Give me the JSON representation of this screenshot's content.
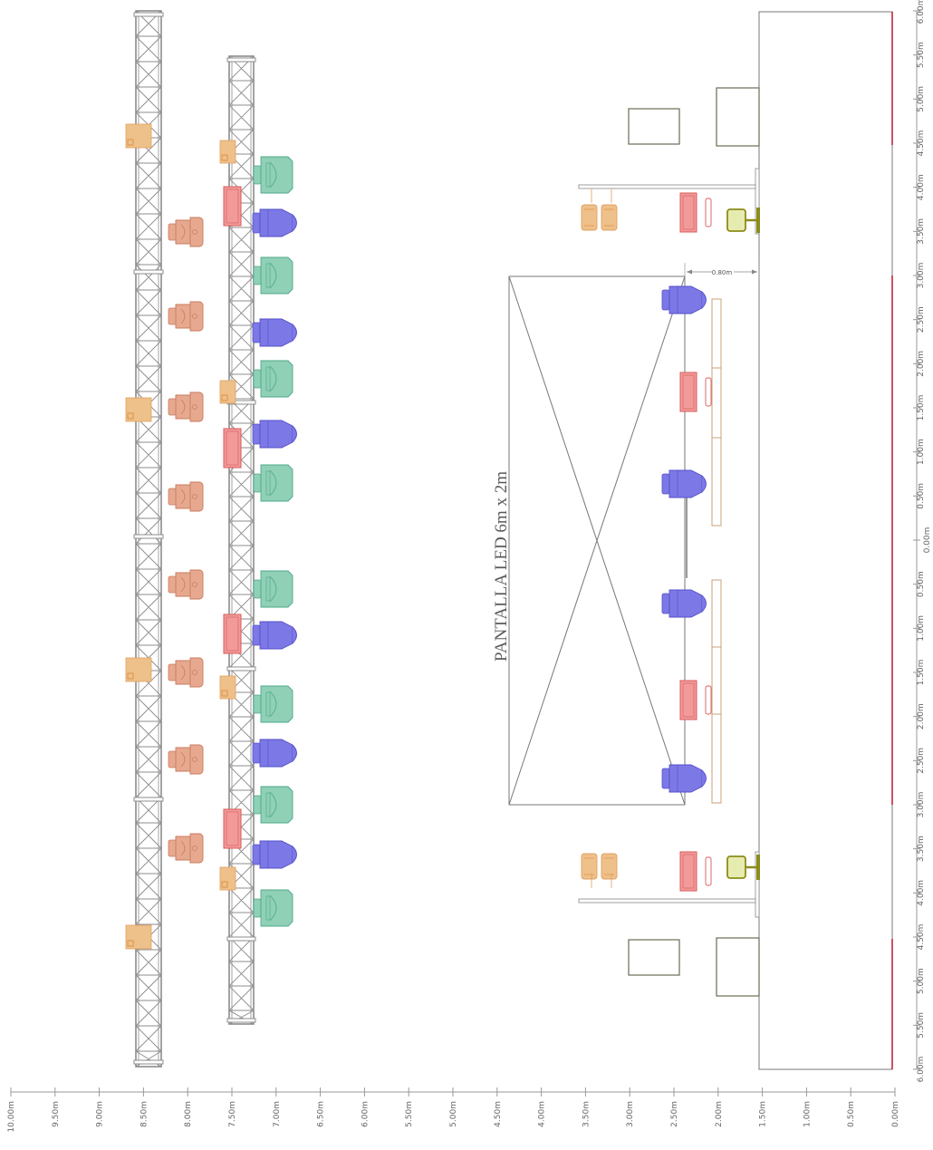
{
  "screen": {
    "label": "PANTALLA LED 6m x 2m"
  },
  "gap_dimension": {
    "label": "0.80m"
  },
  "scale_bottom": {
    "ticks": [
      "10.00m",
      "9.50m",
      "9.00m",
      "8.50m",
      "8.00m",
      "7.50m",
      "7.00m",
      "6.50m",
      "6.00m",
      "5.50m",
      "5.00m",
      "4.50m",
      "4.00m",
      "3.50m",
      "3.00m",
      "2.50m",
      "2.00m",
      "1.50m",
      "1.00m",
      "0.50m",
      "0.00m"
    ]
  },
  "scale_right": {
    "ticks": [
      "6.00m",
      "5.50m",
      "5.00m",
      "4.50m",
      "4.00m",
      "3.50m",
      "3.00m",
      "2.50m",
      "2.00m",
      "1.50m",
      "1.00m",
      "0.50m",
      "0.00m",
      "0.50m",
      "1.00m",
      "1.50m",
      "2.00m",
      "2.50m",
      "3.00m",
      "3.50m",
      "4.00m",
      "4.50m",
      "5.00m",
      "5.50m",
      "6.00m"
    ]
  },
  "colors": {
    "truss": "#8c8c8c",
    "wash_orange": "#e6a98f",
    "spot_blue": "#7c78e6",
    "beam_green": "#8fd0b7",
    "strobe_red": "#f29a9a",
    "blinder_yellow": "#eec08a",
    "followspot_olive": "#8c8c1a",
    "platform_brown": "#c9a07a",
    "stage_red": "#c0283c",
    "box_olive": "#6b6b55"
  },
  "icons": [
    "wash-light-icon",
    "spot-light-icon",
    "beam-light-icon",
    "strobe-light-icon",
    "blinder-light-icon",
    "followspot-light-icon"
  ]
}
